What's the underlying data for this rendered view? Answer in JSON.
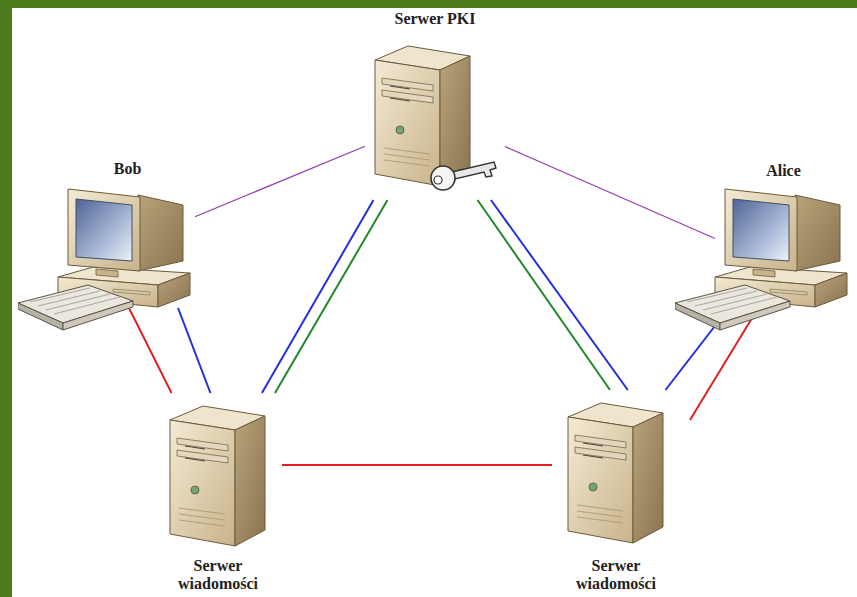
{
  "diagram": {
    "nodes": [
      {
        "text": [
          "Serwer PKI"
        ]
      },
      {
        "text": [
          "Bob"
        ]
      },
      {
        "text": [
          "Alice"
        ]
      },
      {
        "text": [
          "Serwer wiadomości"
        ]
      },
      {
        "text": [
          "Serwer wiadomości"
        ]
      }
    ],
    "edges": [
      {
        "from": 1,
        "to": 0,
        "arrow": "none"
      },
      {
        "from": 0,
        "to": 2,
        "arrow": "none"
      },
      {
        "from": 1,
        "to": 3,
        "arrow": "none"
      },
      {
        "from": 1,
        "to": 3,
        "arrow": "none"
      },
      {
        "from": 3,
        "to": 0,
        "arrow": "none"
      },
      {
        "from": 3,
        "to": 0,
        "arrow": "none"
      },
      {
        "from": 0,
        "to": 4,
        "arrow": "none"
      },
      {
        "from": 0,
        "to": 4,
        "arrow": "none"
      },
      {
        "from": 2,
        "to": 4,
        "arrow": "none"
      },
      {
        "from": 2,
        "to": 4,
        "arrow": "none"
      },
      {
        "from": 3,
        "to": 4,
        "arrow": "none"
      }
    ]
  }
}
